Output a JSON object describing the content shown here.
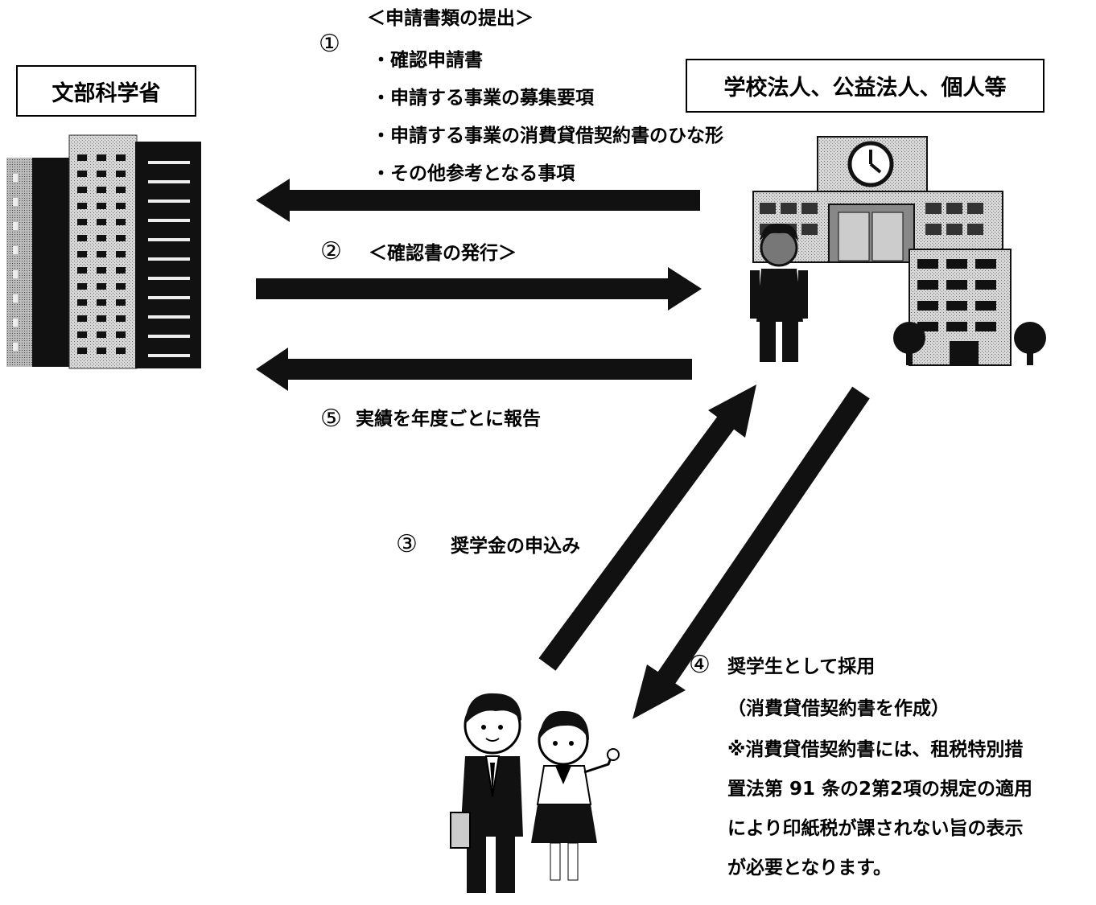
{
  "ministry": {
    "label": "文部科学省"
  },
  "organizations": {
    "label": "学校法人、公益法人、個人等"
  },
  "step1": {
    "number": "①",
    "heading": "＜申請書類の提出＞",
    "items": [
      "・確認申請書",
      "・申請する事業の募集要項",
      "・申請する事業の消費貸借契約書のひな形",
      "・その他参考となる事項"
    ]
  },
  "step2": {
    "number": "②",
    "label": "＜確認書の発行＞"
  },
  "step3": {
    "number": "③",
    "label": "奨学金の申込み"
  },
  "step4": {
    "number": "④",
    "lines": [
      "奨学生として採用",
      "（消費貸借契約書を作成）",
      "※消費貸借契約書には、租税特別措",
      "置法第 91 条の2第2項の規定の適用",
      "により印紙税が課されない旨の表示",
      "が必要となります。"
    ]
  },
  "step5": {
    "number": "⑤",
    "label": "実績を年度ごとに報告"
  }
}
